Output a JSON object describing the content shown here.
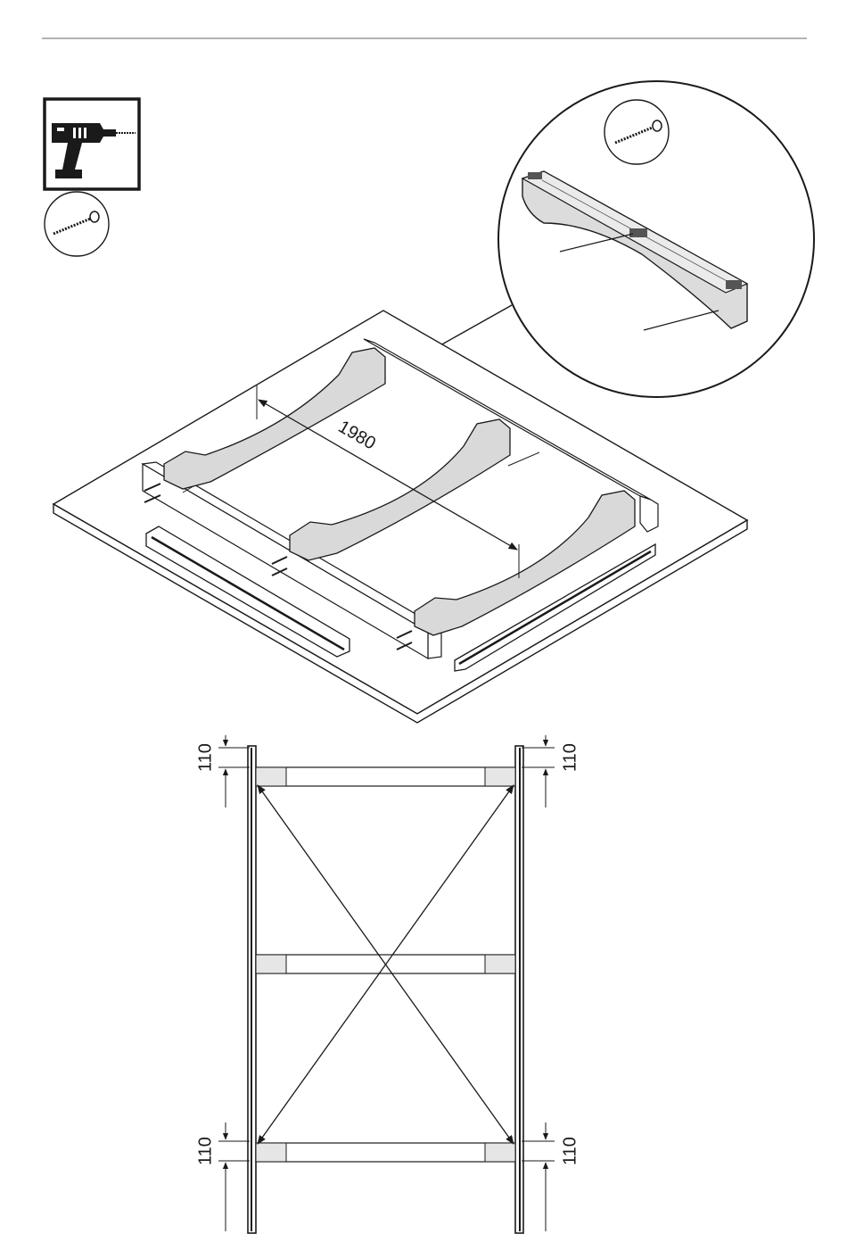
{
  "tools": {
    "drill_icon": "cordless-drill-icon",
    "screw_icon": "screw-icon"
  },
  "detail": {
    "screw_icon": "screw-icon"
  },
  "dimensions": {
    "diagonal": "1980",
    "top_left": "110",
    "top_right": "110",
    "bottom_left": "110",
    "bottom_right": "110"
  },
  "colors": {
    "line": "#1a1a1a",
    "wood_fill": "#dcdcdc",
    "wood_dark": "#b8b8b8"
  }
}
